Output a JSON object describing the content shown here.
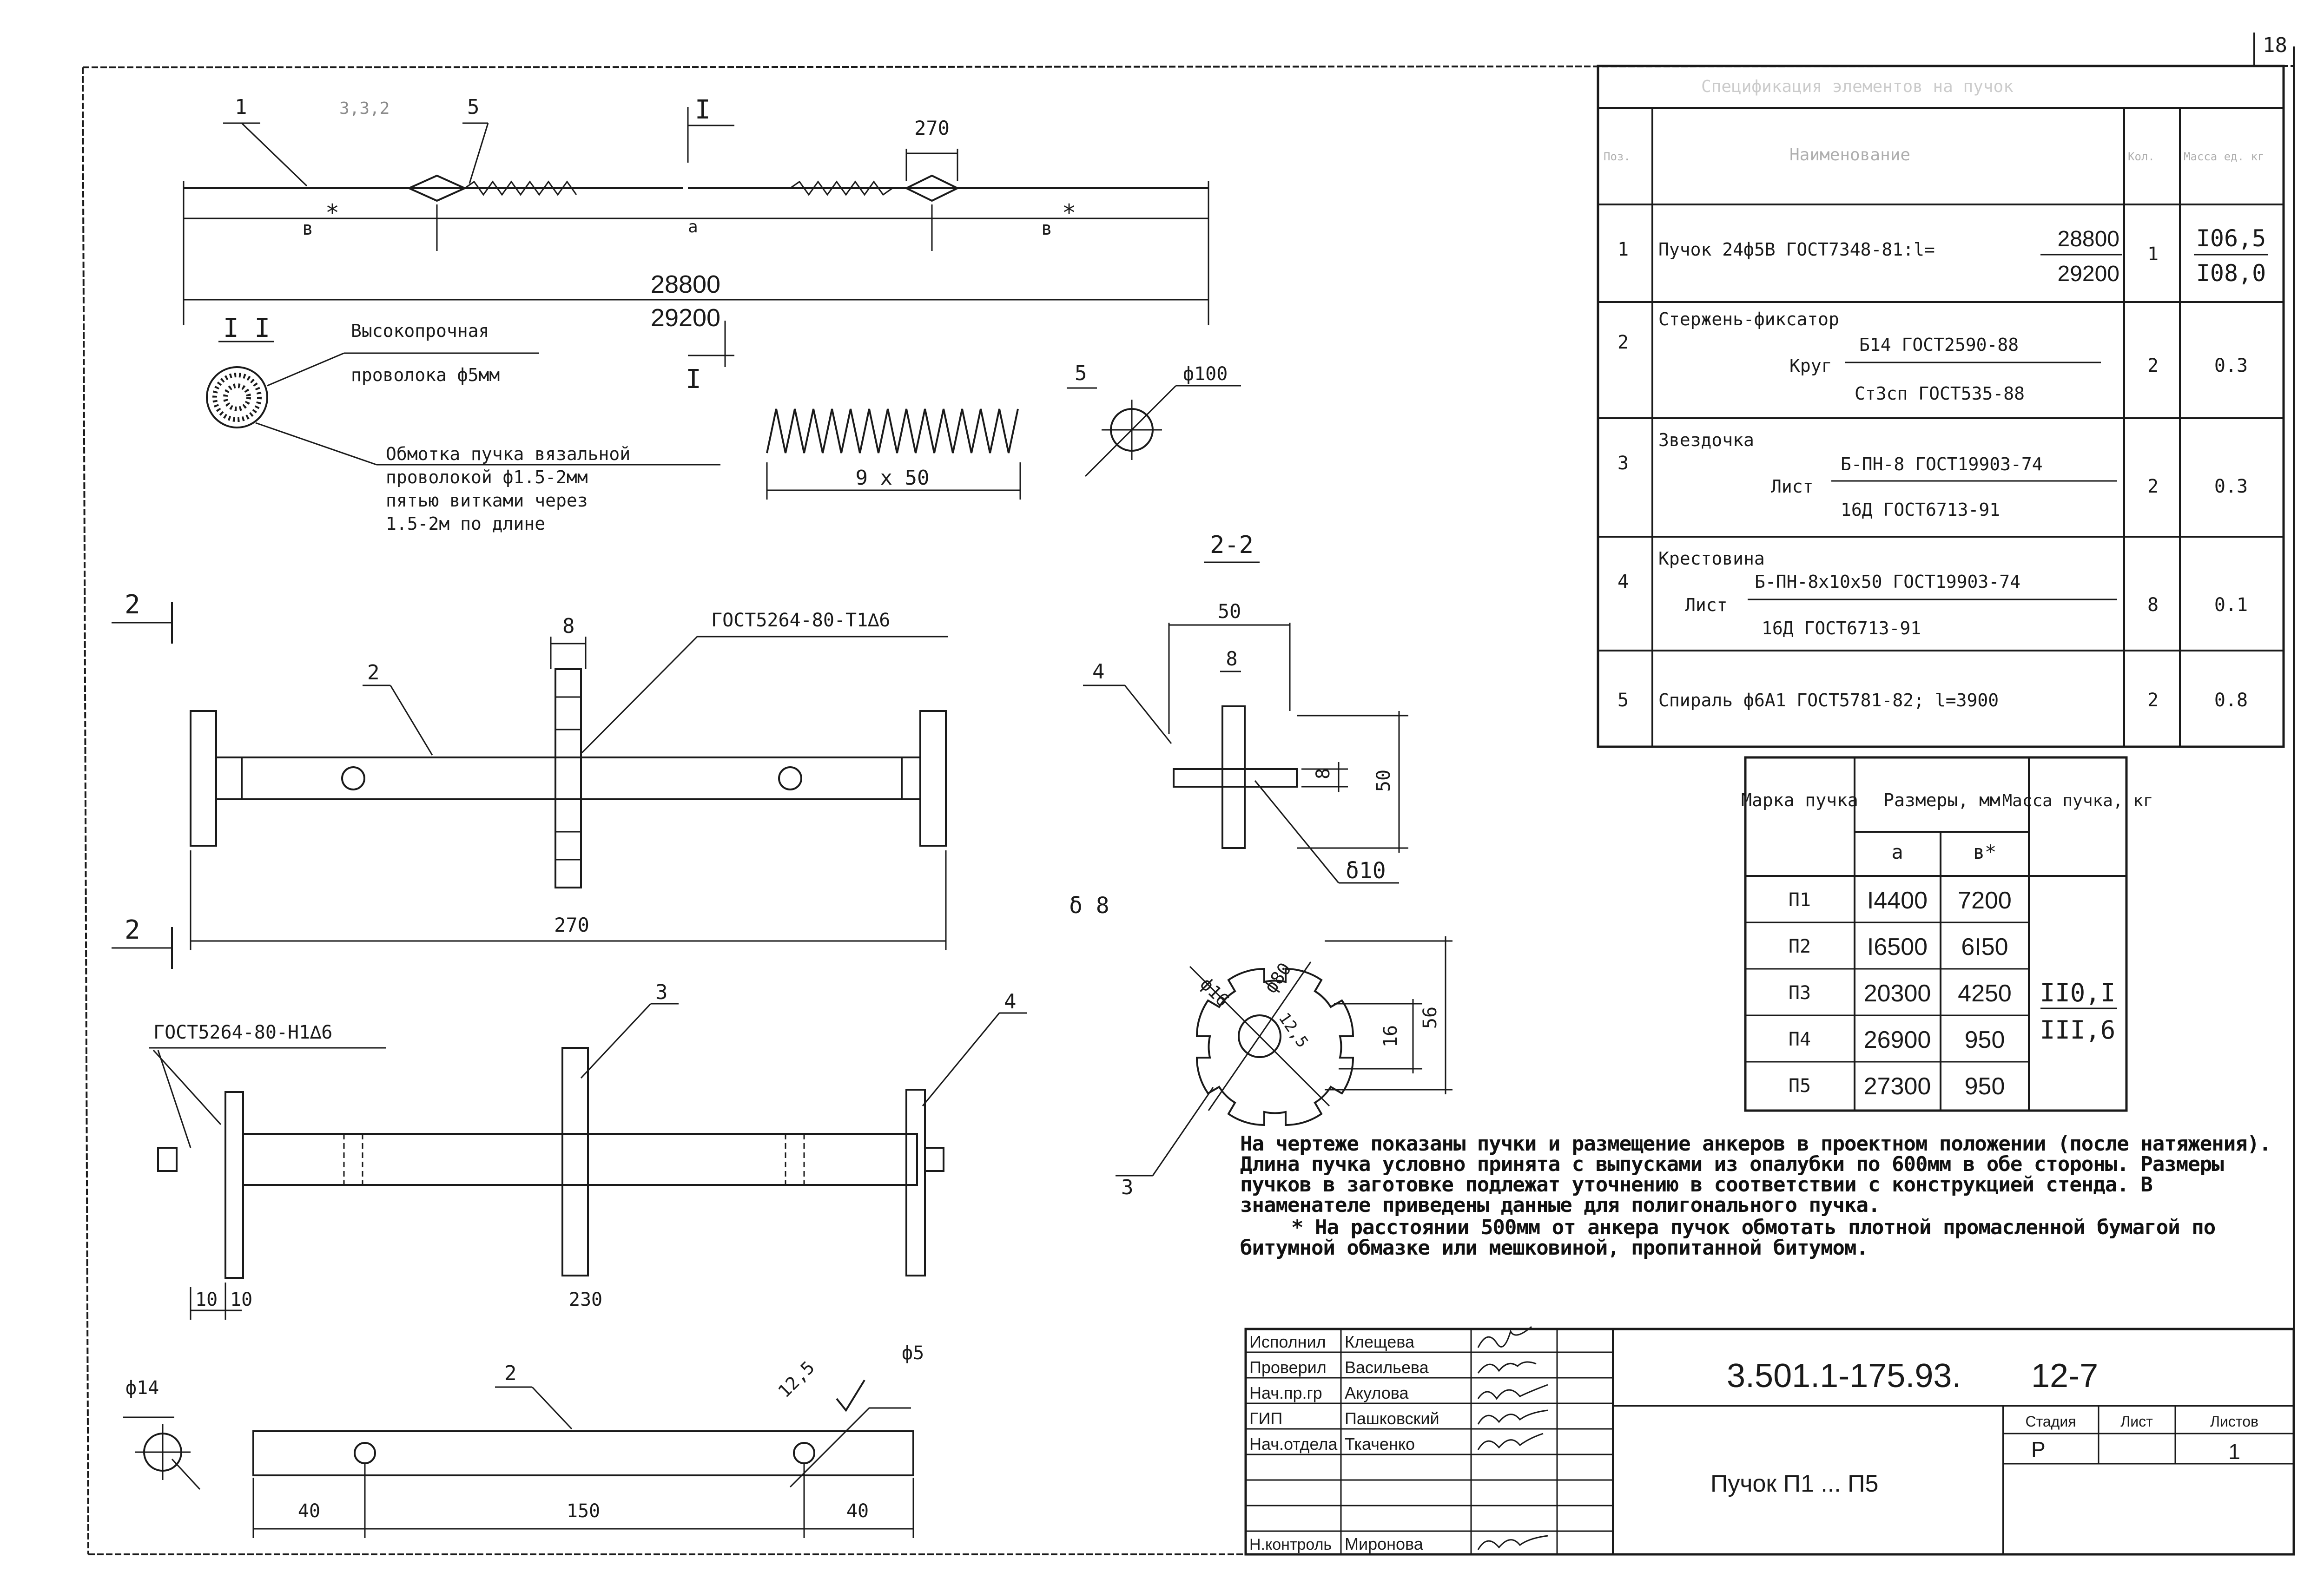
{
  "page_number": "18",
  "spec": {
    "title": "Спецификация элементов на пучок",
    "headers": [
      "Поз.",
      "Наименование",
      "Кол.",
      "Масса ед. кг"
    ],
    "rows": [
      {
        "pos": "1",
        "name": "Пучок 24ф5В ГОСТ7348-81:l=",
        "num": "28800",
        "den": "29200",
        "qty": "1",
        "mass_num": "I06,5",
        "mass_den": "I08,0"
      },
      {
        "pos": "2",
        "name": "Стержень-фиксатор",
        "sub": "Круг",
        "num": "Б14 ГОСТ2590-88",
        "den": "Ст3сп ГОСТ535-88",
        "qty": "2",
        "mass": "0.3"
      },
      {
        "pos": "3",
        "name": "Звездочка",
        "sub": "Лист",
        "num": "Б-ПН-8 ГОСТ19903-74",
        "den": "16Д ГОСТ6713-91",
        "qty": "2",
        "mass": "0.3"
      },
      {
        "pos": "4",
        "name": "Крестовина",
        "sub": "Лист",
        "num": "Б-ПН-8х10х50 ГОСТ19903-74",
        "den": "16Д ГОСТ6713-91",
        "qty": "8",
        "mass": "0.1"
      },
      {
        "pos": "5",
        "name": "Спираль ф6А1 ГОСТ5781-82; l=3900",
        "qty": "2",
        "mass": "0.8"
      }
    ]
  },
  "brand_table": {
    "headers": {
      "brand": "Марка пучка",
      "sizes": "Размеры, мм",
      "a": "а",
      "b": "в*",
      "mass": "Масса пучка, кг"
    },
    "rows": [
      {
        "brand": "П1",
        "a": "I4400",
        "b": "7200"
      },
      {
        "brand": "П2",
        "a": "I6500",
        "b": "6I50"
      },
      {
        "brand": "П3",
        "a": "20300",
        "b": "4250"
      },
      {
        "brand": "П4",
        "a": "26900",
        "b": "950"
      },
      {
        "brand": "П5",
        "a": "27300",
        "b": "950"
      }
    ],
    "mass_num": "II0,I",
    "mass_den": "III,6"
  },
  "main_view": {
    "pos1": "1",
    "pos1b": "3,3,2",
    "pos5": "5",
    "section_mark": "I",
    "dim_270": "270",
    "label_b": "в",
    "label_a": "а",
    "star": "*",
    "len_num": "28800",
    "len_den": "29200"
  },
  "section_I": {
    "title": "I I",
    "wire_l1": "Высокопрочная",
    "wire_l2": "проволока ф5мм",
    "wrap_l1": "Обмотка пучка вязальной",
    "wrap_l2": "проволокой ф1.5-2мм",
    "wrap_l3": "пятью витками через",
    "wrap_l4": "1.5-2м по длине"
  },
  "spiral": {
    "dim": "9 x 50",
    "pos": "5",
    "dia": "ф100"
  },
  "fixer": {
    "mark": "2",
    "pos": "2",
    "dim8": "8",
    "weld": "ГОСТ5264-80-Т1∆6",
    "dim270": "270"
  },
  "section_22": {
    "title": "2-2",
    "dim50": "50",
    "dim8": "8",
    "pos4": "4",
    "dim8v": "8",
    "dim50v": "50",
    "thick": "δ10"
  },
  "star_part": {
    "thick": "δ 8",
    "d16": "ф16",
    "d80": "ф80",
    "d12": "12,5",
    "dim16": "16",
    "dim56": "56",
    "pos3": "3"
  },
  "assembly": {
    "weld": "ГОСТ5264-80-Н1∆6",
    "pos3": "3",
    "pos4": "4",
    "dim10a": "10",
    "dim10b": "10",
    "dim230": "230"
  },
  "rod": {
    "d14": "ф14",
    "pos2": "2",
    "rough": "12,5",
    "d5": "ф5",
    "dim40a": "40",
    "dim150": "150",
    "dim40b": "40"
  },
  "notes": {
    "p1": "На чертеже показаны пучки и размещение анкеров в проектном положении (после натяжения). Длина пучка условно принята с выпусками из опалубки по 600мм в обе стороны. Размеры пучков в заготовке подлежат уточнению в соответствии с конструкцией стенда. В знаменателе приведены данные для полигонального пучка.",
    "p2": "* На расстоянии 500мм от анкера пучок обмотать плотной промасленной бумагой по битумной обмазке или мешковиной, пропитанной битумом."
  },
  "title_block": {
    "code": "3.501.1-175.93.",
    "sheet_no": "12-7",
    "name": "Пучок П1 ... П5",
    "stage_label": "Стадия",
    "sheet_label": "Лист",
    "sheets_label": "Листов",
    "stage": "Р",
    "sheets": "1",
    "people": [
      {
        "role": "Исполнил",
        "name": "Клещева"
      },
      {
        "role": "Проверил",
        "name": "Васильева"
      },
      {
        "role": "Нач.пр.гр",
        "name": "Акулова"
      },
      {
        "role": "ГИП",
        "name": "Пашковский"
      },
      {
        "role": "Нач.отдела",
        "name": "Ткаченко"
      },
      {
        "role": "",
        "name": ""
      },
      {
        "role": "",
        "name": ""
      },
      {
        "role": "Н.контроль",
        "name": "Миронова"
      }
    ]
  }
}
